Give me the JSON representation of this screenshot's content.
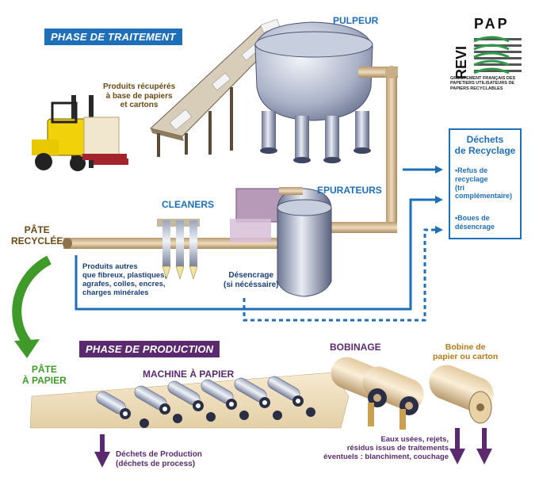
{
  "phases": {
    "traitement": "PHASE DE TRAITEMENT",
    "production": "PHASE DE PRODUCTION"
  },
  "labels": {
    "pulpeur": "PULPEUR",
    "produits_recuperes": [
      "Produits récupérés",
      "à base de papiers",
      "et cartons"
    ],
    "cleaners": "CLEANERS",
    "epurateurs": "EPURATEURS",
    "pate_recyclee": [
      "PÂTE",
      "RECYCLÉE"
    ],
    "produits_autres": [
      "Produits autres",
      "que fibreux, plastiques,",
      "agrafes, colles, encres,",
      "charges minérales"
    ],
    "desencrage": [
      "Désencrage",
      "(si nécéssaire)"
    ],
    "pate_a_papier": [
      "PÂTE",
      "À PAPIER"
    ],
    "machine_a_papier": "MACHINE À PAPIER",
    "bobinage": "BOBINAGE",
    "bobine": [
      "Bobine de",
      "papier ou carton"
    ],
    "dechets_production": [
      "Déchets de Production",
      "(déchets de process)"
    ],
    "eaux_usees": [
      "Eaux usées, rejets,",
      "résidus issus de traitements",
      "éventuels : blanchiment, couchage"
    ]
  },
  "dechets_box": {
    "title": [
      "Déchets",
      "de Recyclage"
    ],
    "item1": [
      "•Refus de",
      "recyclage",
      "(tri",
      "complémentaire)"
    ],
    "item2": [
      "•Boues de",
      "désencrage"
    ]
  },
  "logo": {
    "revi": "REVI",
    "pap": "PAP",
    "subtitle": "GROUPEMENT FRANÇAIS DES PAPETIERS UTILISATEURS DE PAPIERS RECYCLABLES"
  },
  "colors": {
    "blue": "#1f6fb8",
    "purple": "#5b2a6e",
    "green": "#3f9a2a",
    "brown": "#6b4a14",
    "pipe": "#c9ad86"
  }
}
